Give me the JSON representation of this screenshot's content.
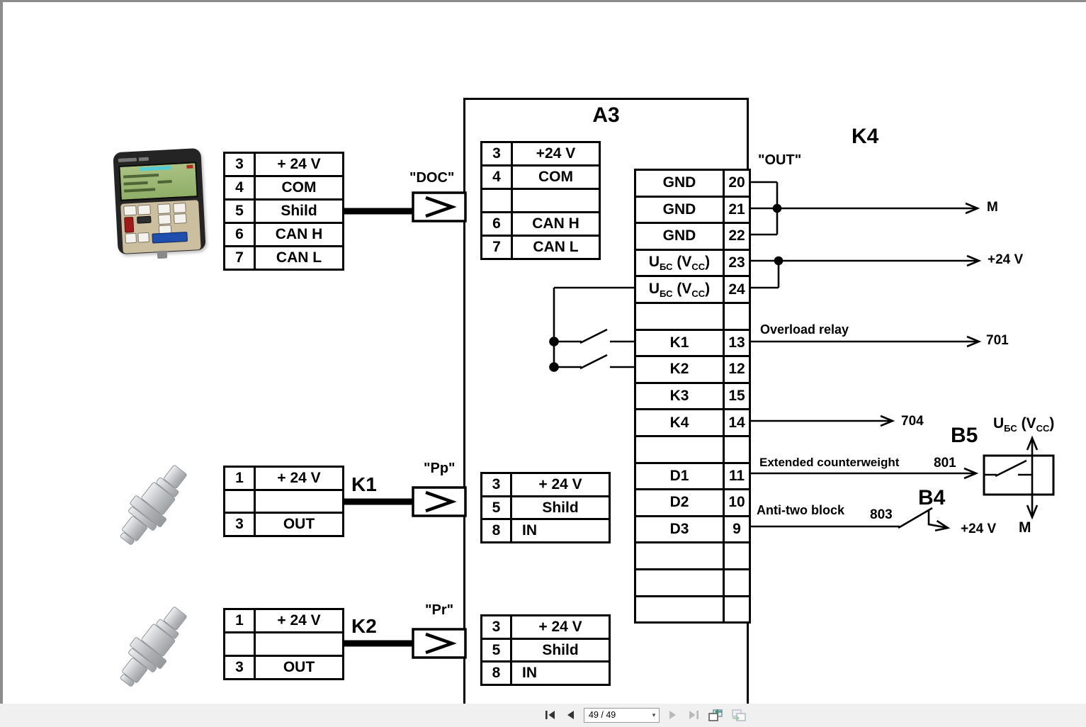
{
  "diagram": {
    "a3_title": "A3",
    "k4_title": "K4",
    "doc_label": "\"DOC\"",
    "out_label": "\"OUT\"",
    "pp_label": "\"Pp\"",
    "pr_label": "\"Pr\"",
    "k1_title": "K1",
    "k2_title": "K2",
    "b5_title": "B5",
    "b4_title": "B4",
    "m_arrow": "M",
    "v24_arrow": "+24 V",
    "b5_m": "M",
    "b4_v24": "+24 V",
    "overload": "Overload relay",
    "wire701": "701",
    "wire704": "704",
    "ext_counterweight": "Extended counterweight",
    "wire801": "801",
    "anti_two_block": "Anti-two block",
    "wire803": "803",
    "vcc": {
      "u": "U",
      "u_sub": "БС",
      "v": " (V",
      "v_sub": "CC",
      "close": ")"
    },
    "display_table": {
      "rows": [
        {
          "pin": "3",
          "label": "+ 24 V"
        },
        {
          "pin": "4",
          "label": "COM"
        },
        {
          "pin": "5",
          "label": "Shild"
        },
        {
          "pin": "6",
          "label": "CAN H"
        },
        {
          "pin": "7",
          "label": "CAN L"
        }
      ]
    },
    "a3_can_table": {
      "rows": [
        {
          "pin": "3",
          "label": "+24 V"
        },
        {
          "pin": "4",
          "label": "COM"
        },
        {
          "pin": "",
          "label": ""
        },
        {
          "pin": "6",
          "label": "CAN H"
        },
        {
          "pin": "7",
          "label": "CAN L"
        }
      ]
    },
    "a3_pin_table": {
      "rows": [
        {
          "label": "GND",
          "pin": "20"
        },
        {
          "label": "GND",
          "pin": "21"
        },
        {
          "label": "GND",
          "pin": "22"
        },
        {
          "label": "UБС (VCC)",
          "pin": "23"
        },
        {
          "label": "UБС (VCC)",
          "pin": "24"
        },
        {
          "label": "",
          "pin": ""
        },
        {
          "label": "K1",
          "pin": "13"
        },
        {
          "label": "K2",
          "pin": "12"
        },
        {
          "label": "K3",
          "pin": "15"
        },
        {
          "label": "K4",
          "pin": "14"
        },
        {
          "label": "",
          "pin": ""
        },
        {
          "label": "D1",
          "pin": "11"
        },
        {
          "label": "D2",
          "pin": "10"
        },
        {
          "label": "D3",
          "pin": "9"
        },
        {
          "label": "",
          "pin": ""
        },
        {
          "label": "",
          "pin": ""
        },
        {
          "label": "",
          "pin": ""
        }
      ]
    },
    "k1_table": {
      "rows": [
        {
          "pin": "1",
          "label": "+ 24 V"
        },
        {
          "pin": "",
          "label": ""
        },
        {
          "pin": "3",
          "label": "OUT"
        }
      ]
    },
    "k2_table": {
      "rows": [
        {
          "pin": "1",
          "label": "+ 24 V"
        },
        {
          "pin": "",
          "label": ""
        },
        {
          "pin": "3",
          "label": "OUT"
        }
      ]
    },
    "pp_table": {
      "rows": [
        {
          "pin": "3",
          "label": "+ 24 V"
        },
        {
          "pin": "5",
          "label": "Shild"
        },
        {
          "pin": "8",
          "label": "IN"
        }
      ]
    },
    "pr_table": {
      "rows": [
        {
          "pin": "3",
          "label": "+ 24 V"
        },
        {
          "pin": "5",
          "label": "Shild"
        },
        {
          "pin": "8",
          "label": "IN"
        }
      ]
    }
  },
  "toolbar": {
    "page_field": "49 / 49",
    "icons": {
      "first_page": "bar+left-triangle",
      "previous_page": "left-triangle",
      "next_page": "right-triangle",
      "last_page": "right-triangle+bar",
      "previous_view": "page-with-green-left-arrow",
      "next_view": "page-with-green-right-arrow"
    }
  },
  "colors": {
    "toolbar_bg": "#f0f0f0",
    "chrome_gray": "#8c8c8c",
    "view_arrow_green": "#3a8f6e",
    "disabled_gray": "#b9b9b9",
    "line_black": "#000000"
  }
}
